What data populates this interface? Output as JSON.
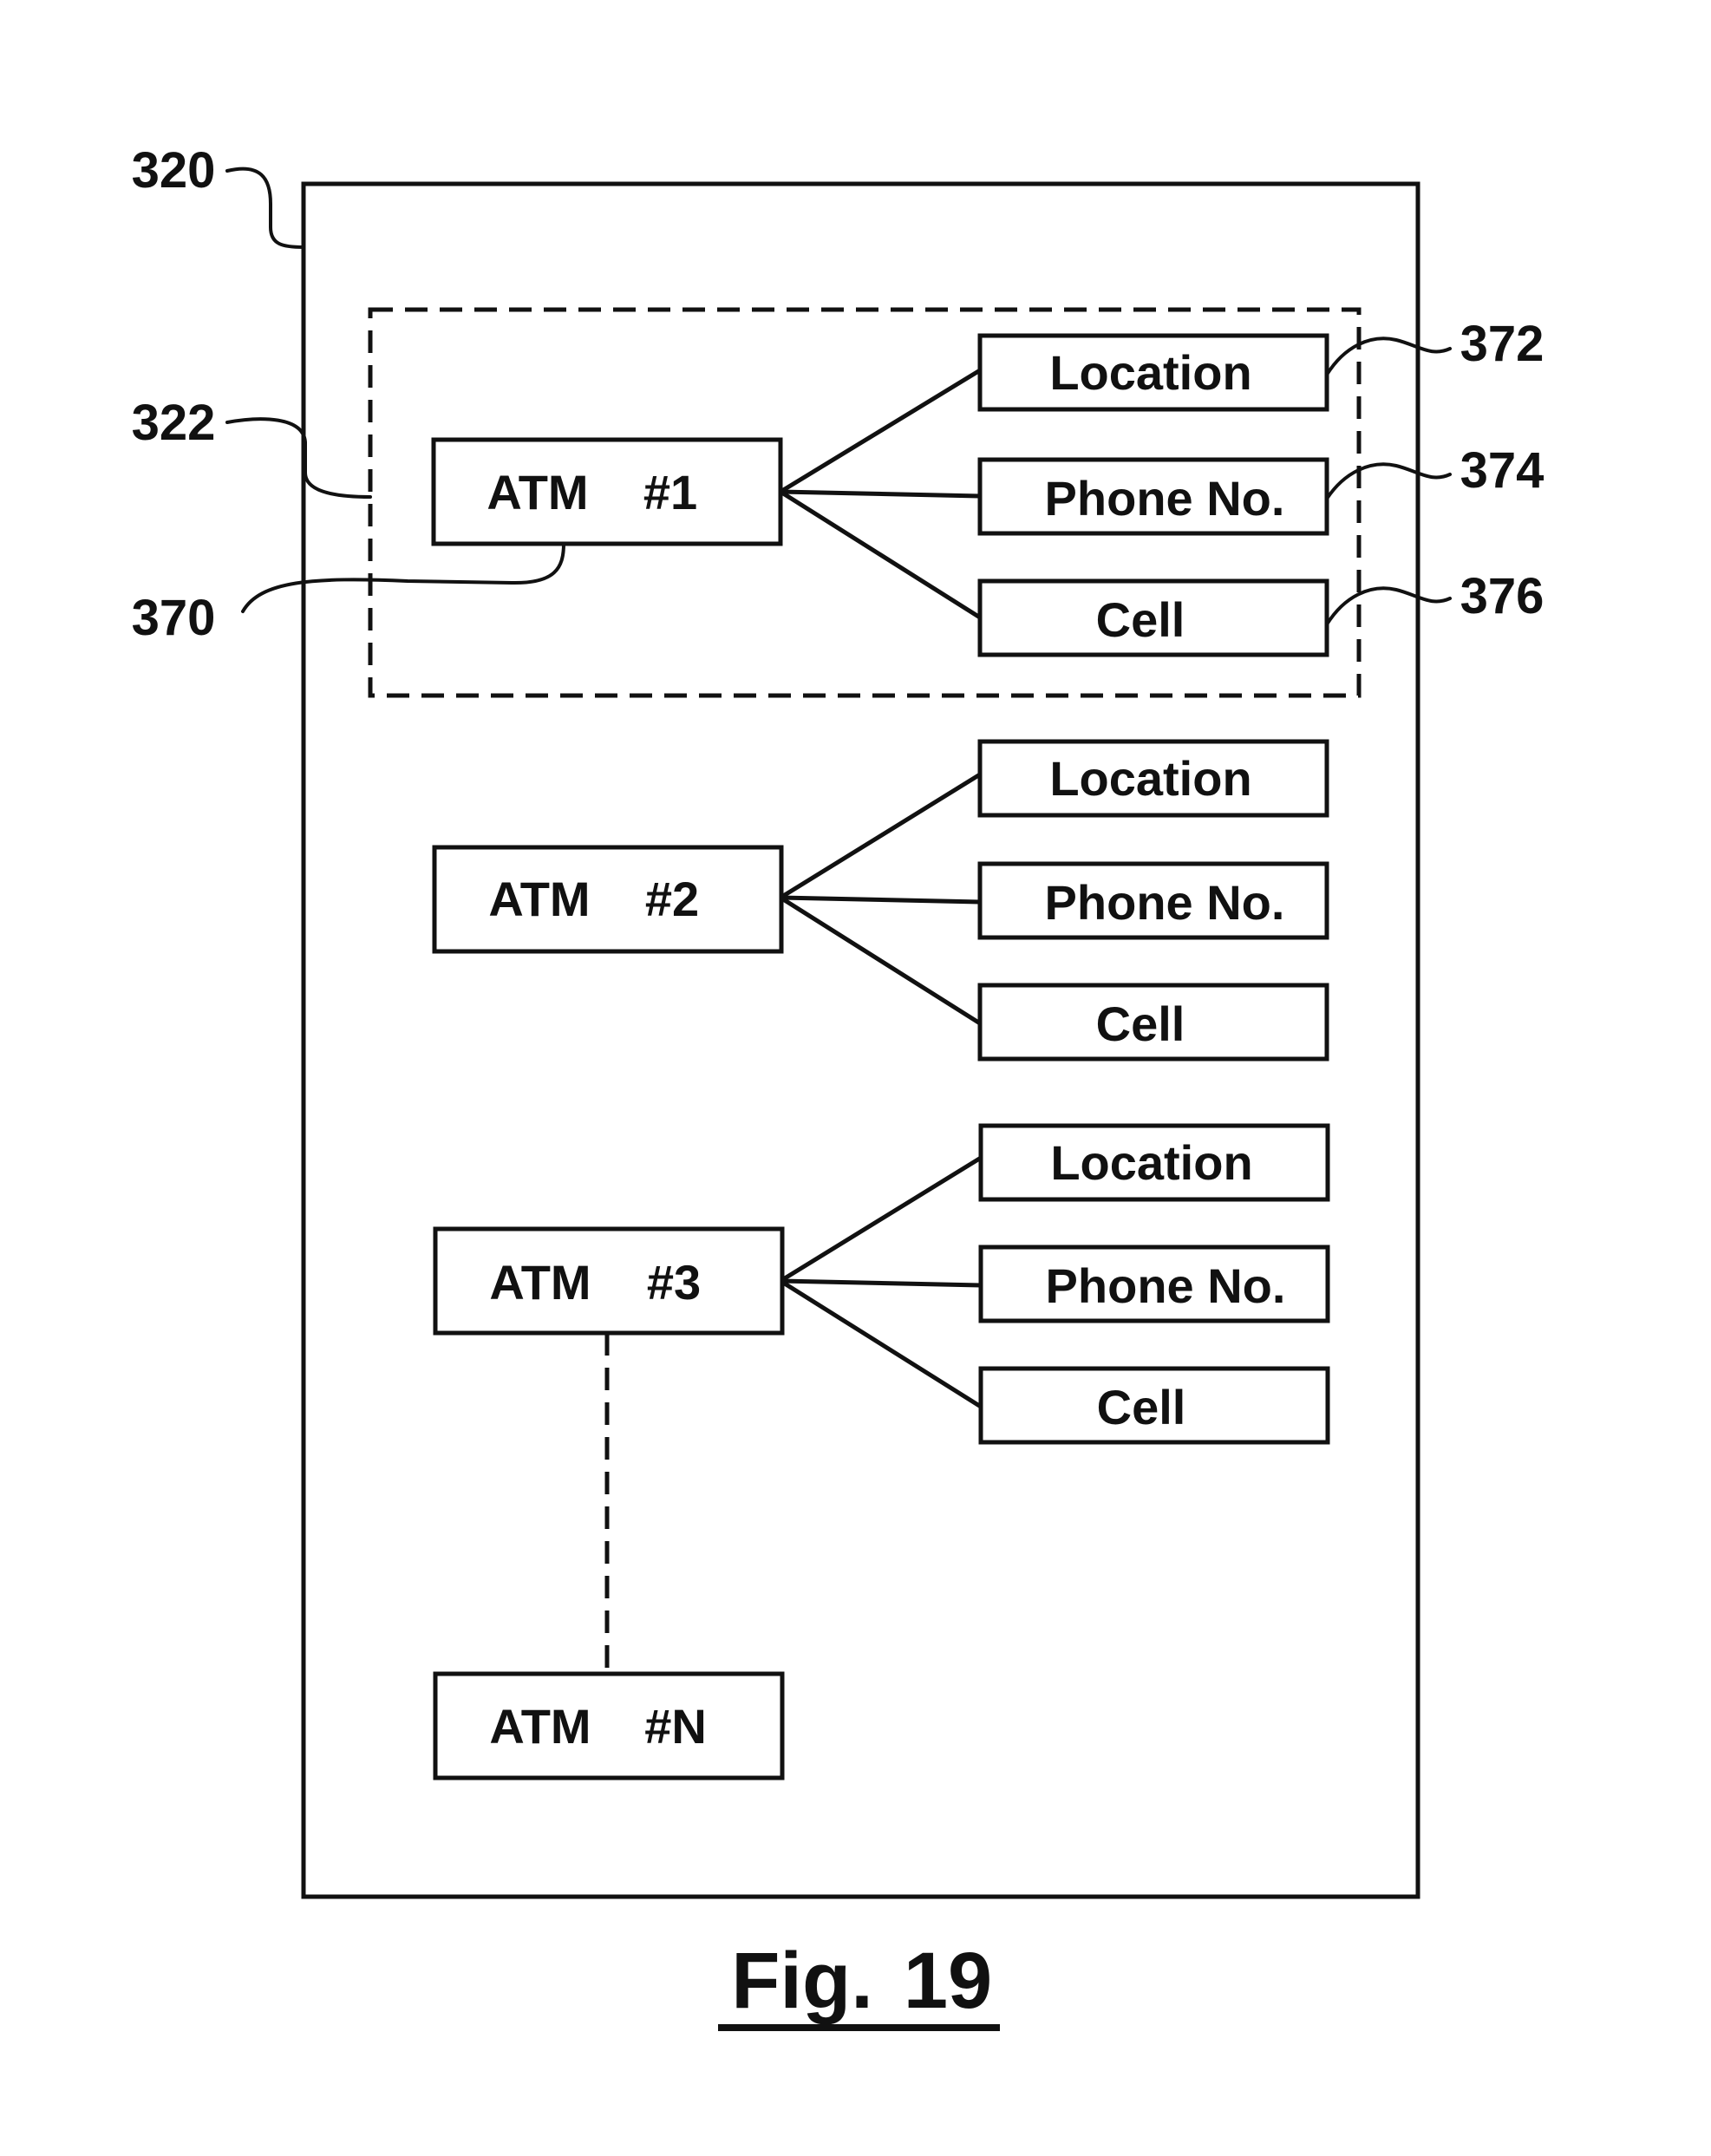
{
  "refs": {
    "outer": "320",
    "group": "322",
    "atm_box": "370",
    "location": "372",
    "phone": "374",
    "cell": "376"
  },
  "atms": [
    {
      "label": "ATM",
      "num": "#1"
    },
    {
      "label": "ATM",
      "num": "#2"
    },
    {
      "label": "ATM",
      "num": "#3"
    },
    {
      "label": "ATM",
      "num": "#N"
    }
  ],
  "fields": {
    "location": "Location",
    "phone": "Phone No.",
    "cell": "Cell"
  },
  "figure": {
    "label": "Fig.",
    "number": "19"
  }
}
